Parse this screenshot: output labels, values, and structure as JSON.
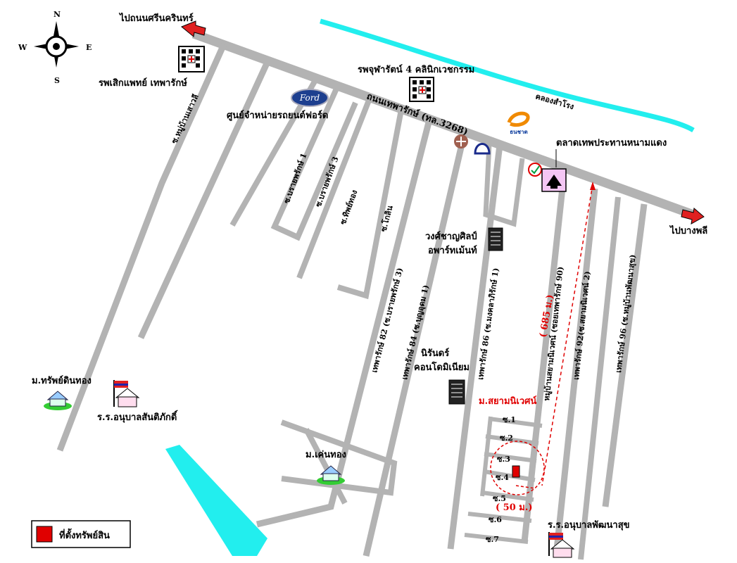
{
  "compass": {
    "n": "N",
    "s": "S",
    "e": "E",
    "w": "W"
  },
  "colors": {
    "road": "#b3b3b3",
    "water": "#22eeee",
    "red": "#e00000",
    "arrow": "#e02020"
  },
  "directions": {
    "to_srinakarin": "ไปถนนศรีนครินทร์",
    "to_bangphli": "ไปบางพลี"
  },
  "roads": {
    "main": "ถนนเทพารักษ์ (ทล.3268)",
    "canal": "คลองสำโรง",
    "soi_mooban": "ซ.หมู่บ้านเสาวลี",
    "soi_1": "ซ.บรายพรักษ์ 1",
    "soi_3": "ซ.บรายพรักษ์ 3",
    "soi_thiphya": "ซ.ทิพย์ทอง",
    "soi_boonlin": "ซ.โกลิน",
    "soi_82": "เทพารักษ์ 82 (ซ.บรายพรักษ์ 3)",
    "soi_84": "เทพารักษ์ 84 (ซ.บุญอุดม 1)",
    "soi_86": "เทพารักษ์ 86 (ซ.มงคลาภิรักษ์ 1)",
    "soi_90": "หมู่บ้านสยามนิเวศน์ (ซอยเทพารักษ์ 90)",
    "soi_92": "เทพารักษ์ 92(ซ.สยามนิเวศน์ 2)",
    "soi_96": "เทพารักษ์ 96 (ซ.หมู่บ้านพัฒนาสุข)"
  },
  "landmarks": {
    "hospital_1": "รพเสิกแพทย์ เทพารักษ์",
    "hospital_2": "รพจุฬารัตน์ 4 คลินิกเวชกรรม",
    "ford": "ศูนย์จำหน่ายรถยนต์ฟอร์ด",
    "ford_logo": "Ford",
    "thanachart": "ธนชาต",
    "market": "ตลาดเทพประทานหนามแดง",
    "wongchai": "วงศ์ชาญศิลป์",
    "wongchai_2": "อพาร์ทเม้นท์",
    "nirun": "นิรันดร์",
    "nirun_2": "คอนโดมิเนียม",
    "mooban_subdin": "ม.ทรัพย์ดินทอง",
    "school_1": "ร.ร.อนุบาลสันติภักดิ์",
    "mooban_kenthong": "ม.เค่นทอง",
    "mooban_siam": "ม.สยามนิเวศน์",
    "school_2": "ร.ร.อนุบาลพัฒนาสุข"
  },
  "sois": [
    "ซ.1",
    "ซ.2",
    "ซ.3",
    "ซ.4",
    "ซ.5",
    "ซ.6",
    "ซ.7"
  ],
  "distances": {
    "long": "( 685 ม.)",
    "short": "( 50 ม.)"
  },
  "legend": {
    "label": "ที่ตั้งทรัพย์สิน"
  }
}
